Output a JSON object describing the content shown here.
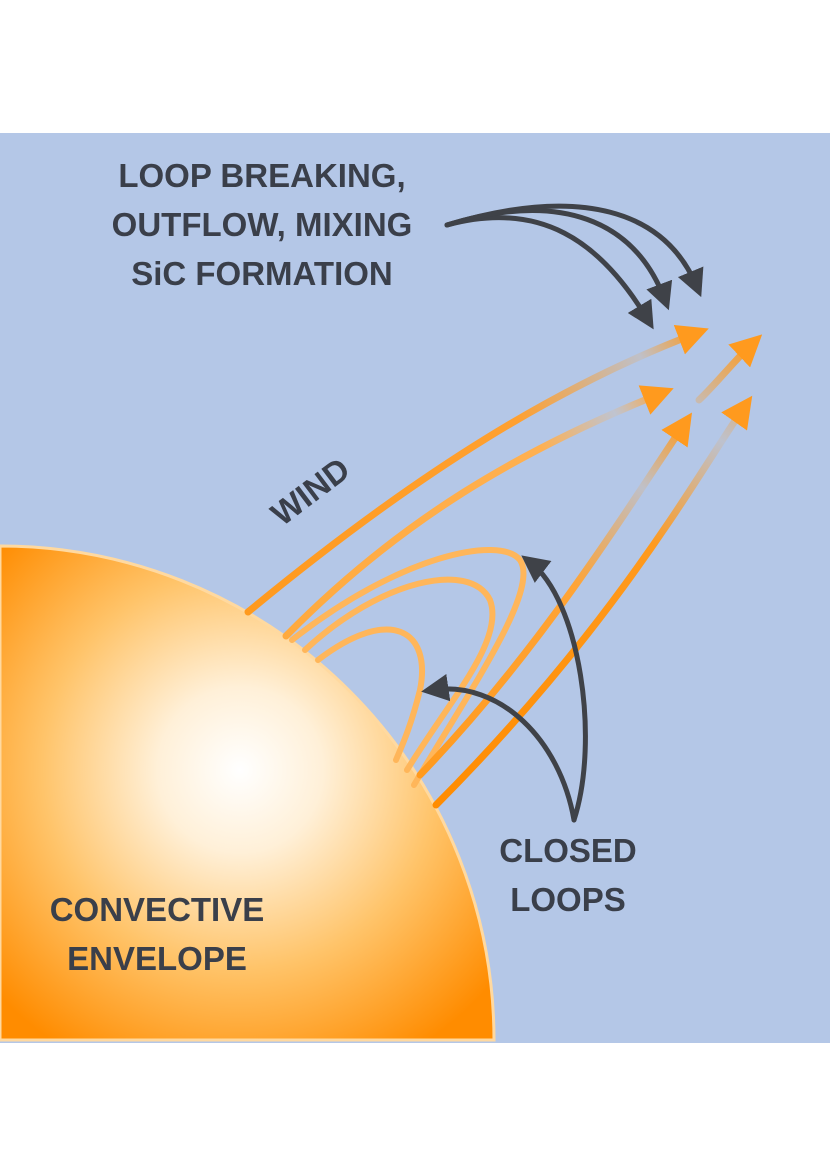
{
  "labels": {
    "top_line1": "LOOP BREAKING,",
    "top_line2": "OUTFLOW, MIXING",
    "top_line3": "SiC FORMATION",
    "wind": "WIND",
    "closed_line1": "CLOSED",
    "closed_line2": "LOOPS",
    "envelope_line1": "CONVECTIVE",
    "envelope_line2": "ENVELOPE"
  },
  "colors": {
    "background_panel": "#b4c7e7",
    "page": "#ffffff",
    "star_edge": "#ff8c00",
    "star_center": "#ffffff",
    "open_field_line": "#ff9a1e",
    "closed_loop": "#ffb65a",
    "arrow_dark": "#3f4248",
    "text": "#3a3f4a"
  }
}
